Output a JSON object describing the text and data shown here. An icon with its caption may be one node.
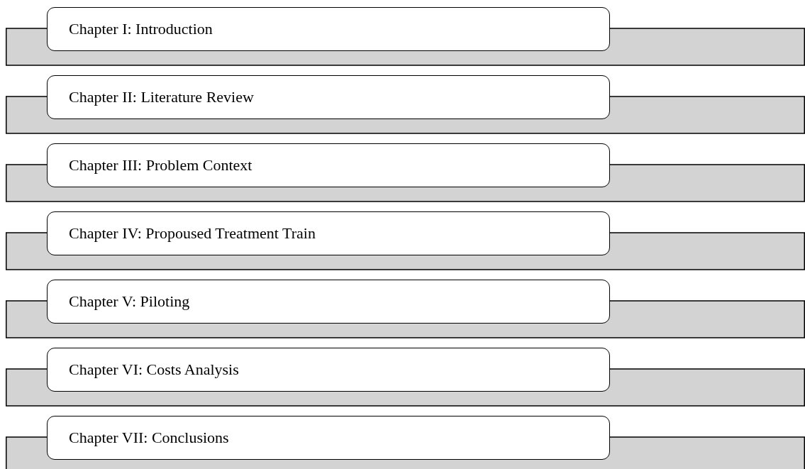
{
  "diagram": {
    "nodes": [
      {
        "text": [
          "Chapter I: Introduction"
        ]
      },
      {
        "text": [],
        "shape": "bar"
      },
      {
        "text": [
          "Chapter II: Literature Review"
        ]
      },
      {
        "text": [],
        "shape": "bar"
      },
      {
        "text": [
          "Chapter III: Problem Context"
        ]
      },
      {
        "text": [],
        "shape": "bar"
      },
      {
        "text": [
          "Chapter IV: Propoused Treatment Train"
        ]
      },
      {
        "text": [],
        "shape": "bar"
      },
      {
        "text": [
          "Chapter V: Piloting"
        ]
      },
      {
        "text": [],
        "shape": "bar"
      },
      {
        "text": [
          "Chapter VI: Costs Analysis"
        ]
      },
      {
        "text": [],
        "shape": "bar"
      },
      {
        "text": [
          "Chapter VII: Conclusions"
        ]
      },
      {
        "text": [],
        "shape": "bar"
      }
    ]
  }
}
